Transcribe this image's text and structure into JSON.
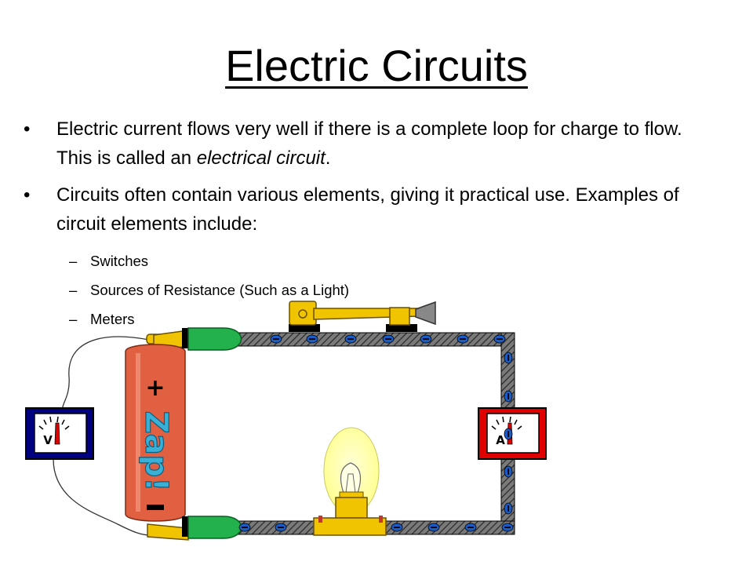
{
  "title": "Electric Circuits",
  "bullets": [
    {
      "parts": [
        "Electric current flows very well if there is a complete loop for charge to flow.  This is called an ",
        "electrical circuit",
        "."
      ]
    },
    {
      "parts": [
        "Circuits often contain various elements, giving it practical use.  Examples of circuit elements include:"
      ]
    }
  ],
  "sub_items": [
    "Switches",
    "Sources of Resistance (Such as a Light)",
    "Meters"
  ],
  "diagram": {
    "battery_plus": "+",
    "battery_minus": "-",
    "battery_label": "Zap!",
    "voltmeter_letter": "V",
    "ammeter_letter": "A",
    "charge_sign": "-",
    "colors": {
      "battery_body": "#e26042",
      "voltmeter_frame": "#000080",
      "ammeter_frame": "#e00000",
      "electron": "#1a5cc8",
      "terminal": "#22b14c",
      "bulb_glow": "#ffffa0",
      "brass": "#f0c400"
    }
  }
}
